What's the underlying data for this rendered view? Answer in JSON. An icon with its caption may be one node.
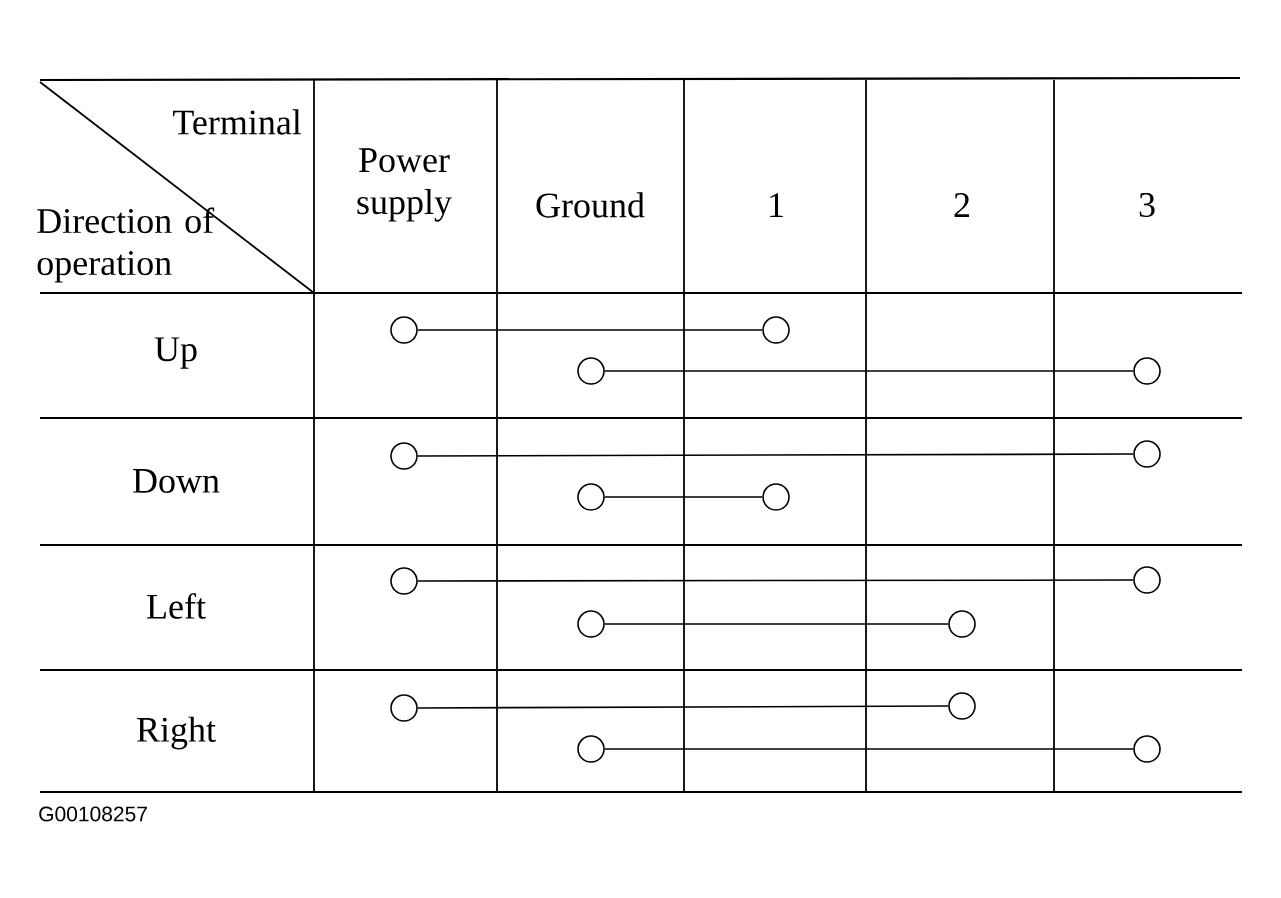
{
  "diagram": {
    "nodes": [
      {
        "text": [],
        "shape": "circle"
      },
      {
        "text": [],
        "shape": "circle"
      },
      {
        "text": [],
        "shape": "circle"
      },
      {
        "text": [],
        "shape": "circle"
      },
      {
        "text": [],
        "shape": "circle"
      },
      {
        "text": [],
        "shape": "circle"
      },
      {
        "text": [],
        "shape": "circle"
      },
      {
        "text": [],
        "shape": "circle"
      },
      {
        "text": [],
        "shape": "circle"
      },
      {
        "text": [],
        "shape": "circle"
      },
      {
        "text": [],
        "shape": "circle"
      },
      {
        "text": [],
        "shape": "circle"
      },
      {
        "text": [],
        "shape": "circle"
      },
      {
        "text": [],
        "shape": "circle"
      },
      {
        "text": [],
        "shape": "circle"
      },
      {
        "text": [],
        "shape": "circle"
      }
    ],
    "edges": [
      {
        "from": 0,
        "to": 1,
        "arrow": "none"
      },
      {
        "from": 2,
        "to": 3,
        "arrow": "none"
      },
      {
        "from": 4,
        "to": 5,
        "arrow": "none"
      },
      {
        "from": 6,
        "to": 7,
        "arrow": "none"
      },
      {
        "from": 8,
        "to": 9,
        "arrow": "none"
      },
      {
        "from": 10,
        "to": 11,
        "arrow": "none"
      },
      {
        "from": 12,
        "to": 13,
        "arrow": "none"
      },
      {
        "from": 14,
        "to": 15,
        "arrow": "none"
      }
    ],
    "labels": [
      "Terminal",
      "Direction of operation",
      "Power supply",
      "Ground",
      "1",
      "2",
      "3",
      "Up",
      "Down",
      "Left",
      "Right",
      "G00108257"
    ]
  }
}
